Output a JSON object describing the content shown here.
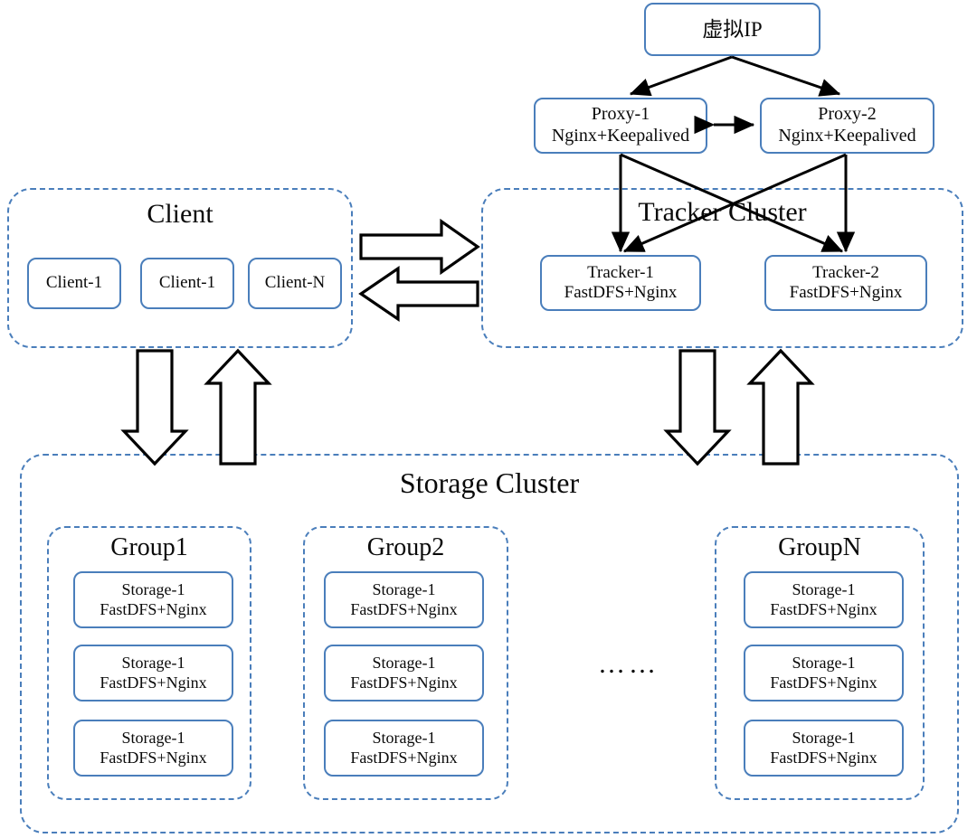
{
  "diagram": {
    "title_vip": "虚拟IP",
    "proxies": [
      {
        "name": "Proxy-1",
        "stack": "Nginx+Keepalived"
      },
      {
        "name": "Proxy-2",
        "stack": "Nginx+Keepalived"
      }
    ],
    "client_zone": {
      "title": "Client",
      "nodes": [
        {
          "label": "Client-1"
        },
        {
          "label": "Client-1"
        },
        {
          "label": "Client-N"
        }
      ]
    },
    "tracker_zone": {
      "title": "Tracker Cluster",
      "nodes": [
        {
          "name": "Tracker-1",
          "stack": "FastDFS+Nginx"
        },
        {
          "name": "Tracker-2",
          "stack": "FastDFS+Nginx"
        }
      ]
    },
    "storage_zone": {
      "title": "Storage Cluster",
      "ellipsis": "……",
      "groups": [
        {
          "title": "Group1",
          "nodes": [
            {
              "name": "Storage-1",
              "stack": "FastDFS+Nginx"
            },
            {
              "name": "Storage-1",
              "stack": "FastDFS+Nginx"
            },
            {
              "name": "Storage-1",
              "stack": "FastDFS+Nginx"
            }
          ]
        },
        {
          "title": "Group2",
          "nodes": [
            {
              "name": "Storage-1",
              "stack": "FastDFS+Nginx"
            },
            {
              "name": "Storage-1",
              "stack": "FastDFS+Nginx"
            },
            {
              "name": "Storage-1",
              "stack": "FastDFS+Nginx"
            }
          ]
        },
        {
          "title": "GroupN",
          "nodes": [
            {
              "name": "Storage-1",
              "stack": "FastDFS+Nginx"
            },
            {
              "name": "Storage-1",
              "stack": "FastDFS+Nginx"
            },
            {
              "name": "Storage-1",
              "stack": "FastDFS+Nginx"
            }
          ]
        }
      ]
    },
    "colors": {
      "node_border": "#4a7ebb",
      "zone_border": "#4a7ebb",
      "arrow": "#000000",
      "background": "#ffffff",
      "text": "#0a0a0a"
    }
  }
}
